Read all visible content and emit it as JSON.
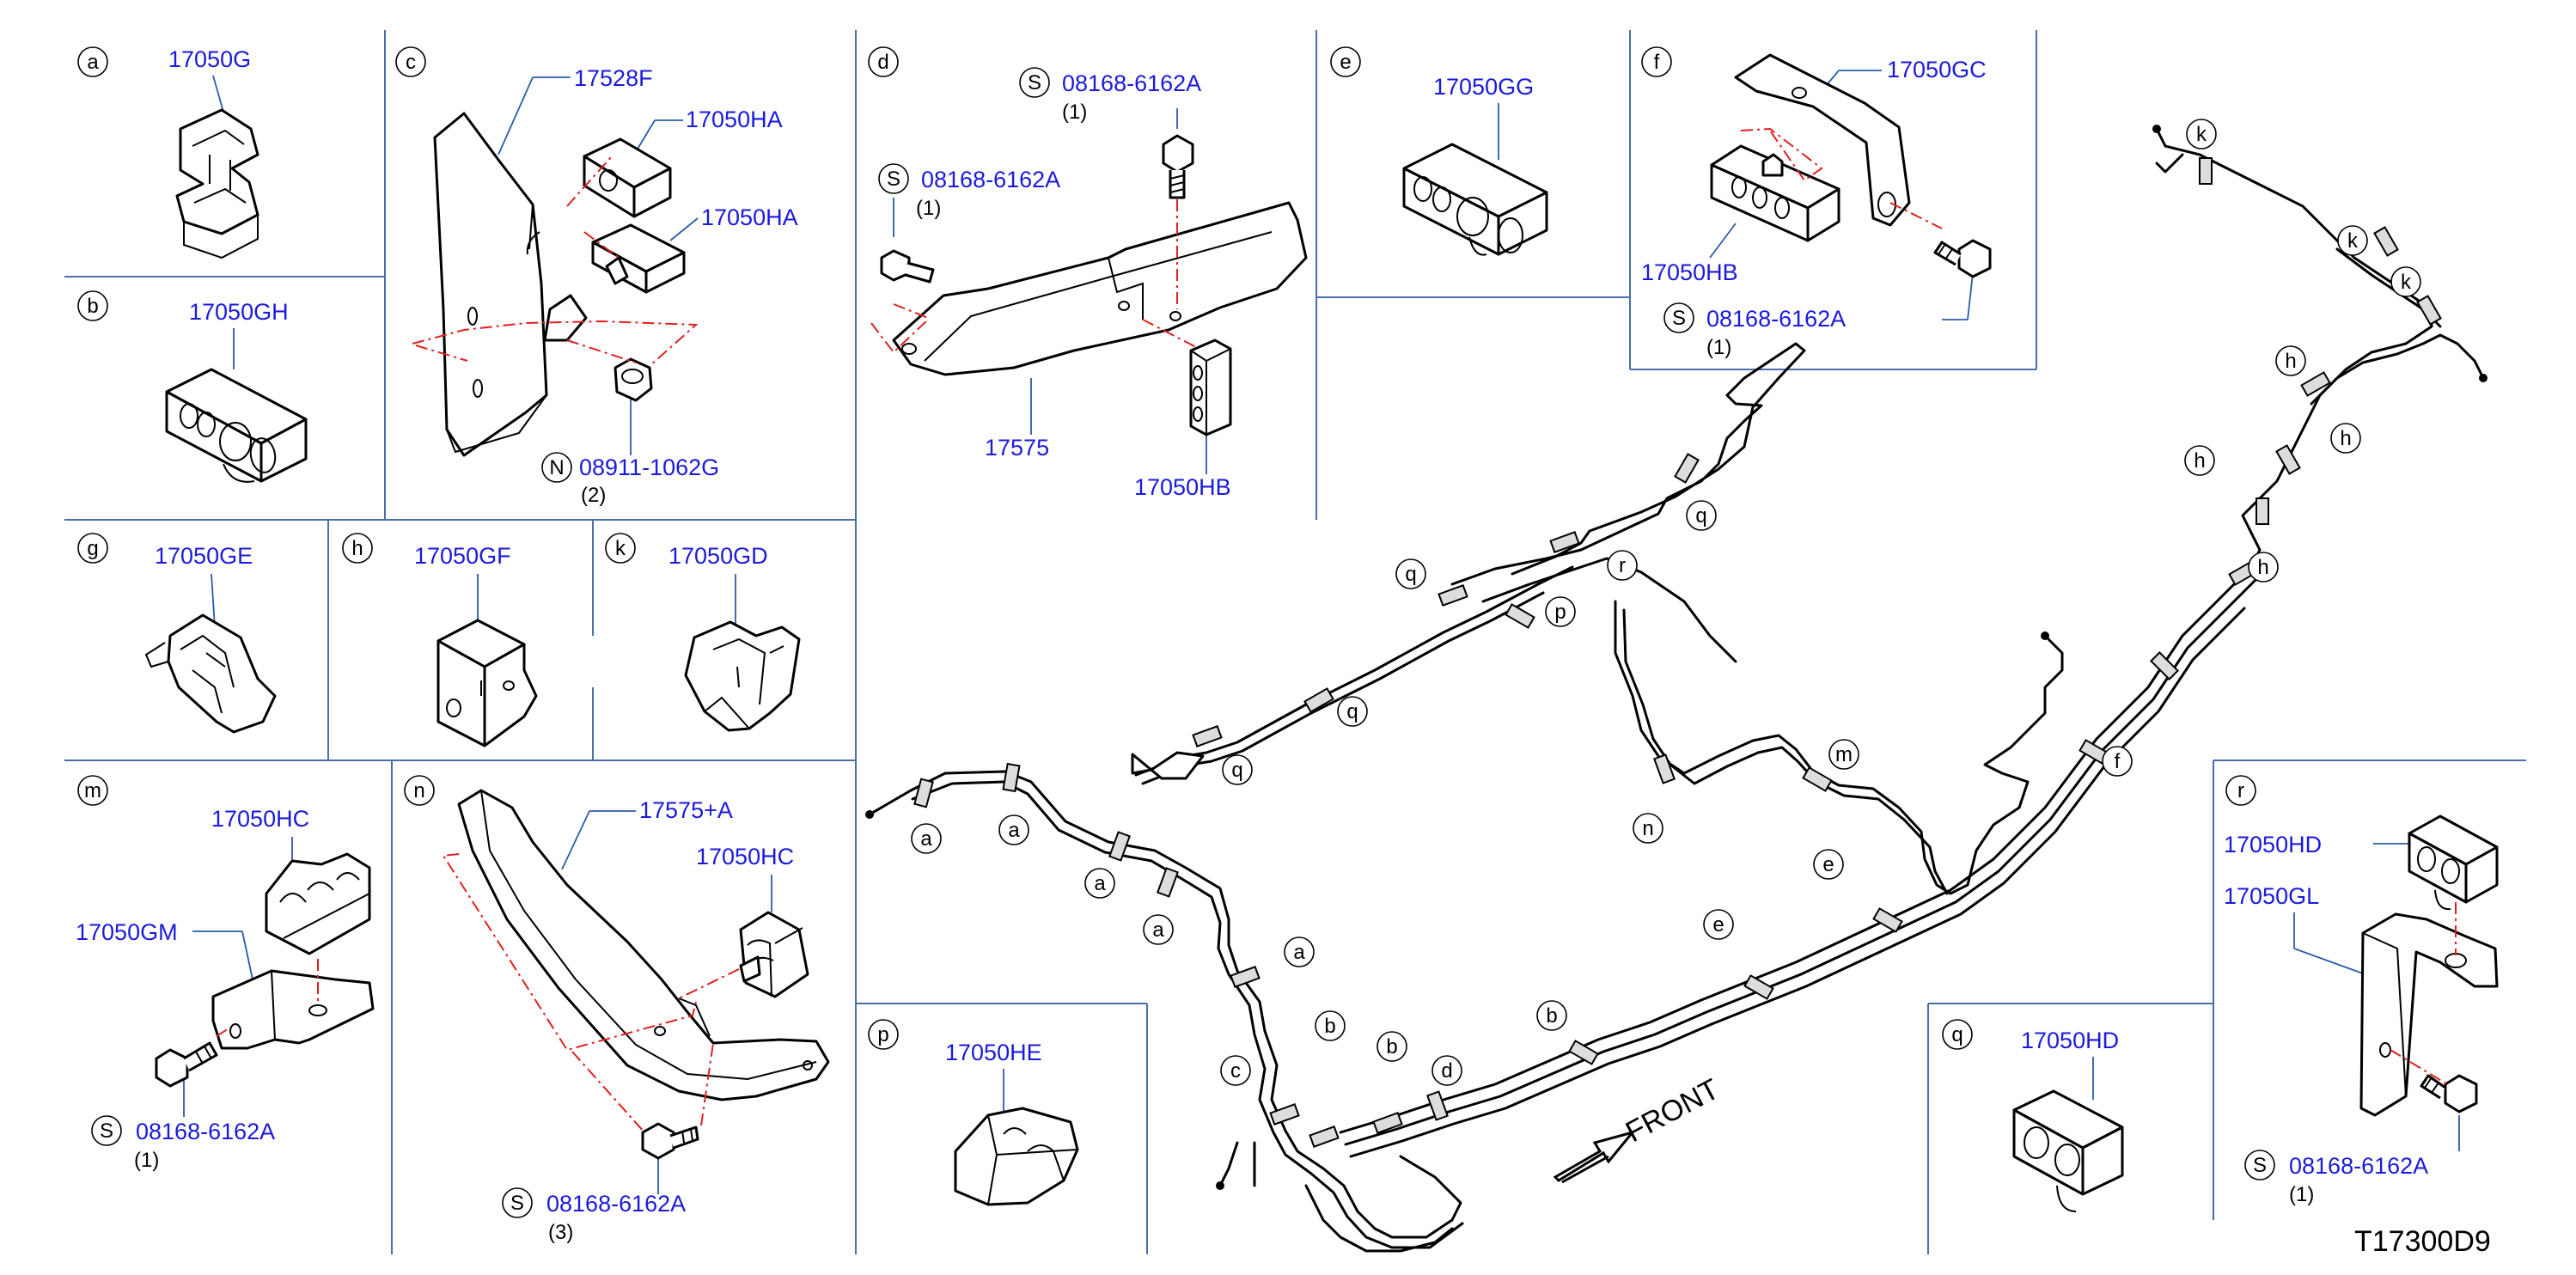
{
  "diagram_id": "T17300D9",
  "front_label": "FRONT",
  "panels": [
    {
      "id": "a",
      "parts": [
        {
          "pn": "17050G"
        }
      ]
    },
    {
      "id": "b",
      "parts": [
        {
          "pn": "17050GH"
        }
      ]
    },
    {
      "id": "c",
      "parts": [
        {
          "pn": "17528F"
        },
        {
          "pn": "17050HA"
        },
        {
          "pn": "17050HA"
        },
        {
          "pn": "08911-1062G",
          "prefix": "N",
          "qty": "(2)"
        }
      ]
    },
    {
      "id": "d",
      "parts": [
        {
          "pn": "08168-6162A",
          "prefix": "S",
          "qty": "(1)"
        },
        {
          "pn": "08168-6162A",
          "prefix": "S",
          "qty": "(1)"
        },
        {
          "pn": "17575"
        },
        {
          "pn": "17050HB"
        }
      ]
    },
    {
      "id": "e",
      "parts": [
        {
          "pn": "17050GG"
        }
      ]
    },
    {
      "id": "f",
      "parts": [
        {
          "pn": "17050GC"
        },
        {
          "pn": "17050HB"
        },
        {
          "pn": "08168-6162A",
          "prefix": "S",
          "qty": "(1)"
        }
      ]
    },
    {
      "id": "g",
      "parts": [
        {
          "pn": "17050GE"
        }
      ]
    },
    {
      "id": "h",
      "parts": [
        {
          "pn": "17050GF"
        }
      ]
    },
    {
      "id": "k",
      "parts": [
        {
          "pn": "17050GD"
        }
      ]
    },
    {
      "id": "m",
      "parts": [
        {
          "pn": "17050HC"
        },
        {
          "pn": "17050GM"
        },
        {
          "pn": "08168-6162A",
          "prefix": "S",
          "qty": "(1)"
        }
      ]
    },
    {
      "id": "n",
      "parts": [
        {
          "pn": "17575+A"
        },
        {
          "pn": "17050HC"
        },
        {
          "pn": "08168-6162A",
          "prefix": "S",
          "qty": "(3)"
        }
      ]
    },
    {
      "id": "p",
      "parts": [
        {
          "pn": "17050HE"
        }
      ]
    },
    {
      "id": "q",
      "parts": [
        {
          "pn": "17050HD"
        }
      ]
    },
    {
      "id": "r",
      "parts": [
        {
          "pn": "17050HD"
        },
        {
          "pn": "17050GL"
        },
        {
          "pn": "08168-6162A",
          "prefix": "S",
          "qty": "(1)"
        }
      ]
    }
  ],
  "callouts": [
    "a",
    "a",
    "a",
    "a",
    "a",
    "b",
    "b",
    "b",
    "c",
    "d",
    "e",
    "e",
    "f",
    "h",
    "h",
    "h",
    "h",
    "k",
    "k",
    "k",
    "m",
    "n",
    "p",
    "q",
    "q",
    "q",
    "q",
    "r"
  ]
}
